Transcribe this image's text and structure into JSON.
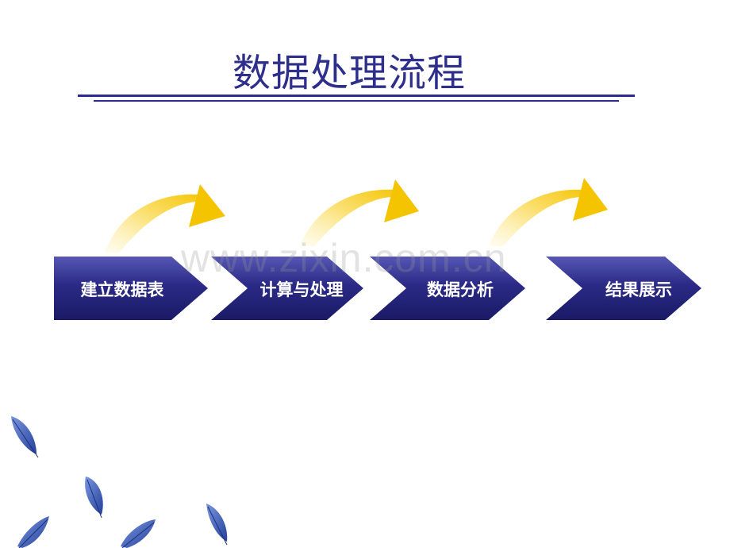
{
  "title": "数据处理流程",
  "steps": [
    {
      "label": "建立数据表"
    },
    {
      "label": "计算与处理"
    },
    {
      "label": "数据分析"
    },
    {
      "label": "结果展示"
    }
  ],
  "watermark": "www.zixin.com.cn",
  "colors": {
    "title": "#2e2e8c",
    "rule": "#2c2c90",
    "step_dark": "#1b1b6e",
    "step_light": "#5a5ab8",
    "arrow_gold": "#f5c400",
    "leaf_blue": "#3a58b8"
  },
  "icons": [
    "curved-arrow-icon",
    "leaf-icon"
  ]
}
